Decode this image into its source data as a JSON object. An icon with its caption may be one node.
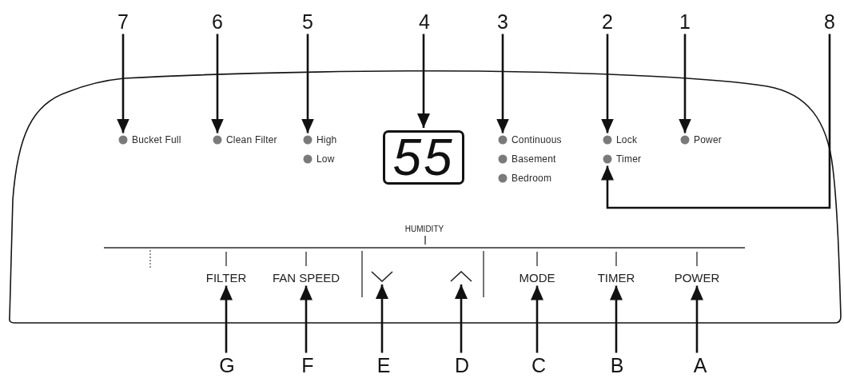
{
  "diagram": {
    "nodes": [
      {
        "text": [
          "7"
        ]
      },
      {
        "text": [
          "6"
        ]
      },
      {
        "text": [
          "5"
        ]
      },
      {
        "text": [
          "4"
        ]
      },
      {
        "text": [
          "3"
        ]
      },
      {
        "text": [
          "2"
        ]
      },
      {
        "text": [
          "1"
        ]
      },
      {
        "text": [
          "8"
        ]
      },
      {
        "text": [],
        "shape": "circle",
        "beside": [
          "Bucket Full"
        ]
      },
      {
        "text": [],
        "shape": "circle",
        "beside": [
          "Clean Filter"
        ]
      },
      {
        "text": [],
        "shape": "circle",
        "beside": [
          "High"
        ]
      },
      {
        "text": [
          "55"
        ]
      },
      {
        "text": [],
        "shape": "circle",
        "beside": [
          "Continuous"
        ]
      },
      {
        "text": [],
        "shape": "circle",
        "beside": [
          "Lock"
        ]
      },
      {
        "text": [],
        "shape": "circle",
        "beside": [
          "Power"
        ]
      },
      {
        "text": [],
        "shape": "circle",
        "beside": [
          "Low"
        ]
      },
      {
        "text": [],
        "shape": "circle",
        "beside": [
          "Basement"
        ]
      },
      {
        "text": [],
        "shape": "circle",
        "beside": [
          "Timer"
        ]
      },
      {
        "text": [],
        "shape": "circle",
        "beside": [
          "Bedroom"
        ]
      },
      {
        "text": [
          "FILTER"
        ]
      },
      {
        "text": [
          "FAN SPEED"
        ]
      },
      {
        "text": [],
        "shape": "chevron"
      },
      {
        "text": [],
        "shape": "chevron"
      },
      {
        "text": [
          "MODE"
        ]
      },
      {
        "text": [
          "TIMER"
        ]
      },
      {
        "text": [
          "POWER"
        ]
      },
      {
        "text": [
          "G"
        ]
      },
      {
        "text": [
          "F"
        ]
      },
      {
        "text": [
          "E"
        ]
      },
      {
        "text": [
          "D"
        ]
      },
      {
        "text": [
          "C"
        ]
      },
      {
        "text": [
          "B"
        ]
      },
      {
        "text": [
          "A"
        ]
      }
    ],
    "edges": [
      {
        "from": 0,
        "to": 8,
        "arrow": "to"
      },
      {
        "from": 1,
        "to": 9,
        "arrow": "to"
      },
      {
        "from": 2,
        "to": 10,
        "arrow": "to"
      },
      {
        "from": 3,
        "to": 11,
        "arrow": "to"
      },
      {
        "from": 4,
        "to": 12,
        "arrow": "to"
      },
      {
        "from": 5,
        "to": 13,
        "arrow": "to"
      },
      {
        "from": 6,
        "to": 14,
        "arrow": "to"
      },
      {
        "from": 7,
        "to": 17,
        "arrow": "to"
      },
      {
        "from": 26,
        "to": 19,
        "arrow": "to"
      },
      {
        "from": 27,
        "to": 20,
        "arrow": "to"
      },
      {
        "from": 28,
        "to": 21,
        "arrow": "to"
      },
      {
        "from": 29,
        "to": 22,
        "arrow": "to"
      },
      {
        "from": 30,
        "to": 23,
        "arrow": "to"
      },
      {
        "from": 31,
        "to": 24,
        "arrow": "to"
      },
      {
        "from": 32,
        "to": 25,
        "arrow": "to"
      }
    ],
    "labels": [
      "HUMIDITY"
    ]
  }
}
